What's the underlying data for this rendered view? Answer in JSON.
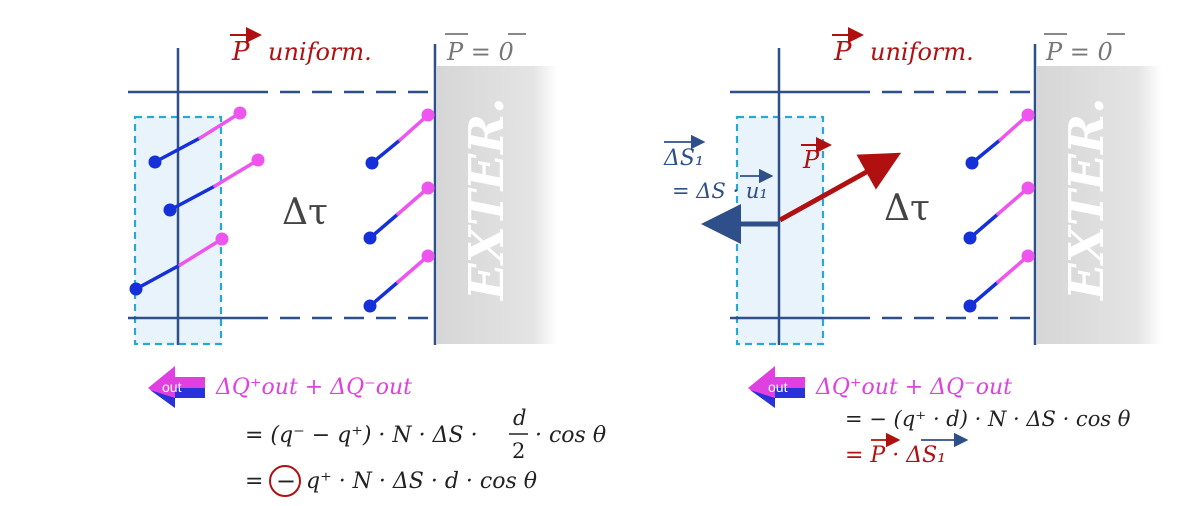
{
  "colors": {
    "positive": "#ee55ee",
    "negative": "#1530d8",
    "polarization": "#b01010",
    "frame": "#2f4f8a",
    "dashed_box": "#29a8d8",
    "exterior": "#dcdcdc"
  },
  "left": {
    "p_label": "P",
    "uniform_label": "uniform.",
    "p_zero": "P = 0",
    "volume": "Δτ",
    "exterior": "EXTER.",
    "out_label": "out",
    "eq1": "ΔQ⁺out + ΔQ⁻out",
    "eq2": "= (q⁻ − q⁺) · N · ΔS · ",
    "eq2_frac_num": "d",
    "eq2_frac_den": "2",
    "eq2_tail": "· cos θ",
    "eq3_start": "=",
    "eq3_circled": "−",
    "eq3_rest": "q⁺ · N · ΔS · d · cos θ"
  },
  "right": {
    "p_label": "P",
    "uniform_label": "uniform.",
    "p_zero": "P = 0",
    "volume": "Δτ",
    "exterior": "EXTER.",
    "ds1_label": "ΔS₁",
    "ds1_def": "= ΔS · u₁",
    "vec_p": "P",
    "out_label": "out",
    "eq1": "ΔQ⁺out + ΔQ⁻out",
    "eq2": "= −  (q⁺ · d) · N · ΔS · cos θ",
    "eq3": "= P · ΔS₁"
  }
}
